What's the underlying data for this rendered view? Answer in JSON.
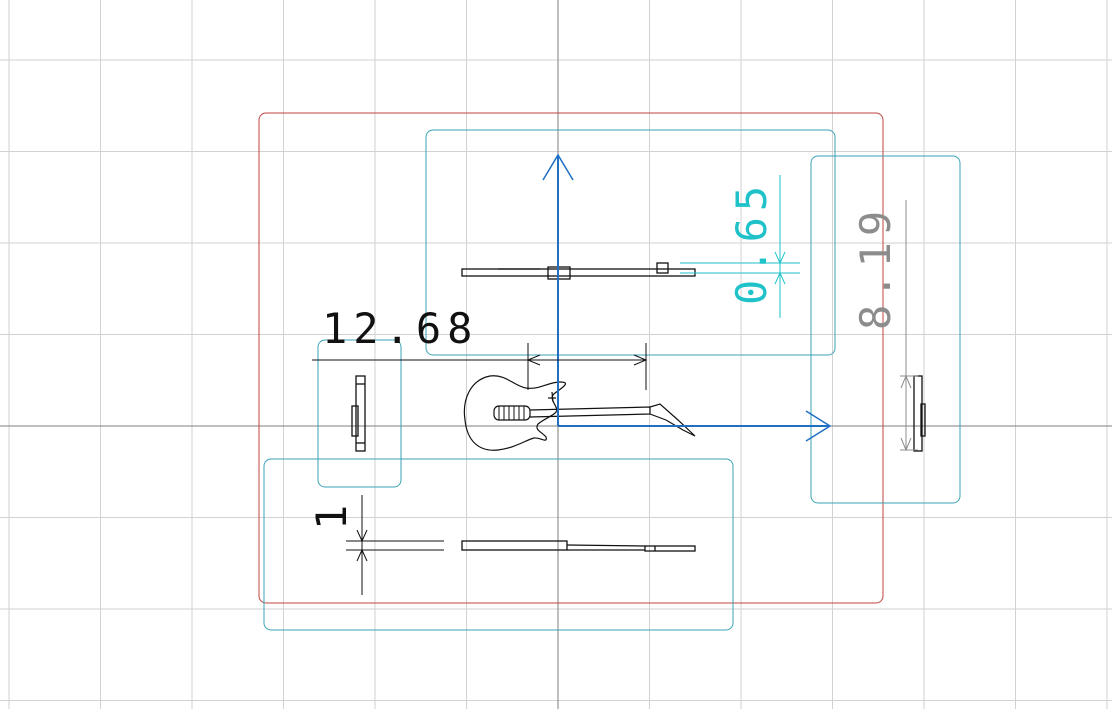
{
  "dimensions": {
    "overall_length": "12.68",
    "depth_small": "0.65",
    "height": "8.19",
    "thickness": "1"
  },
  "colors": {
    "grid": "#d2d2d2",
    "axis_crosshair": "#7f7f7f",
    "sheet_border": "#c0443f",
    "view_frame": "#3aa3b8",
    "ucs_axes": "#1f6fc4",
    "dim_black": "#111111",
    "dim_cyan": "#1fc2c9",
    "dim_gray": "#8c8c8c"
  },
  "icons": {
    "ucs": "ucs-axes-icon",
    "guitar": "guitar-part-icon"
  }
}
